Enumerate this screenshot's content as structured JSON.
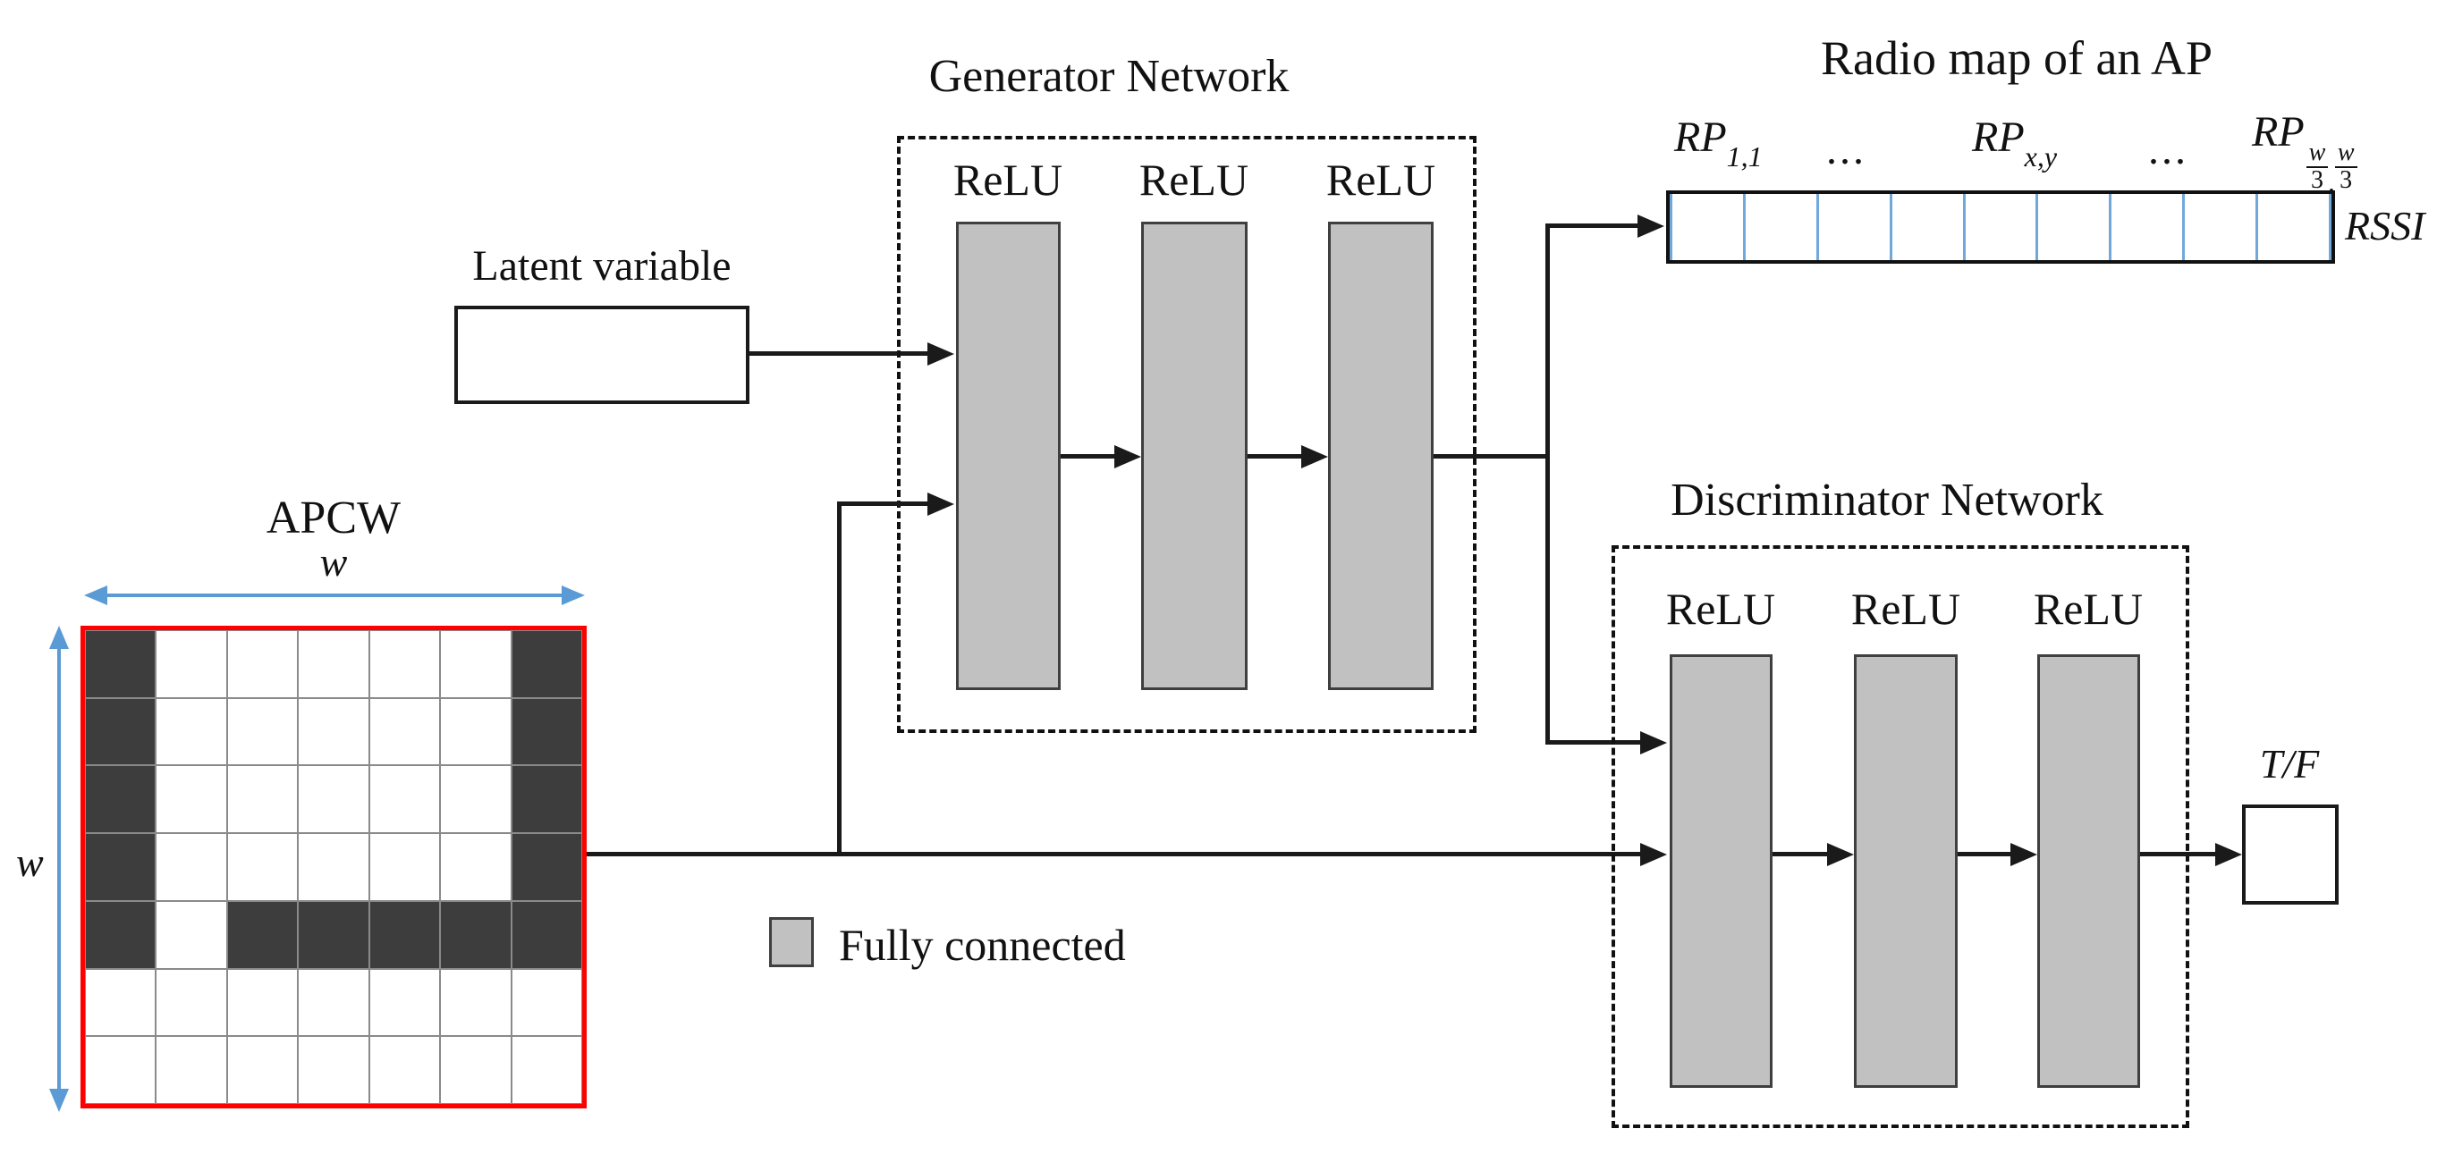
{
  "apcw": {
    "title": "APCW",
    "width_label": "w",
    "height_label": "w",
    "grid": [
      [
        1,
        0,
        0,
        0,
        0,
        0,
        1
      ],
      [
        1,
        0,
        0,
        0,
        0,
        0,
        1
      ],
      [
        1,
        0,
        0,
        0,
        0,
        0,
        1
      ],
      [
        1,
        0,
        0,
        0,
        0,
        0,
        1
      ],
      [
        1,
        0,
        1,
        1,
        1,
        1,
        1
      ],
      [
        0,
        0,
        0,
        0,
        0,
        0,
        0
      ],
      [
        0,
        0,
        0,
        0,
        0,
        0,
        0
      ]
    ],
    "colors": {
      "filled_cell": "#3d3d3d",
      "empty_cell": "#ffffff",
      "outer_border": "#fe0000",
      "cell_line": "#8a8a8a",
      "dim_arrow": "#5b9bd5"
    }
  },
  "latent": {
    "label": "Latent variable"
  },
  "generator": {
    "title": "Generator Network",
    "layers": [
      "ReLU",
      "ReLU",
      "ReLU"
    ]
  },
  "discriminator": {
    "title": "Discriminator Network",
    "layers": [
      "ReLU",
      "ReLU",
      "ReLU"
    ],
    "output_label": "T/F"
  },
  "radio_map": {
    "title": "Radio map of an AP",
    "rssi_label": "RSSI",
    "num_cells": 9,
    "cell_divider_color": "#71a8dc",
    "point_labels": [
      {
        "base": "RP",
        "sub": "1,1"
      },
      {
        "base": "..."
      },
      {
        "base": "RP",
        "sub": "x,y"
      },
      {
        "base": "..."
      },
      {
        "base": "RP",
        "n1": "w",
        "d1": "3",
        "comma": ",",
        "n2": "w",
        "d2": "3"
      }
    ]
  },
  "legend": {
    "label": "Fully connected",
    "swatch_color": "#c1c1c1"
  },
  "style_colors": {
    "fc_layer_fill": "#c1c1c1",
    "fc_layer_border": "#3f3f3f",
    "line": "#1a1a1a"
  }
}
